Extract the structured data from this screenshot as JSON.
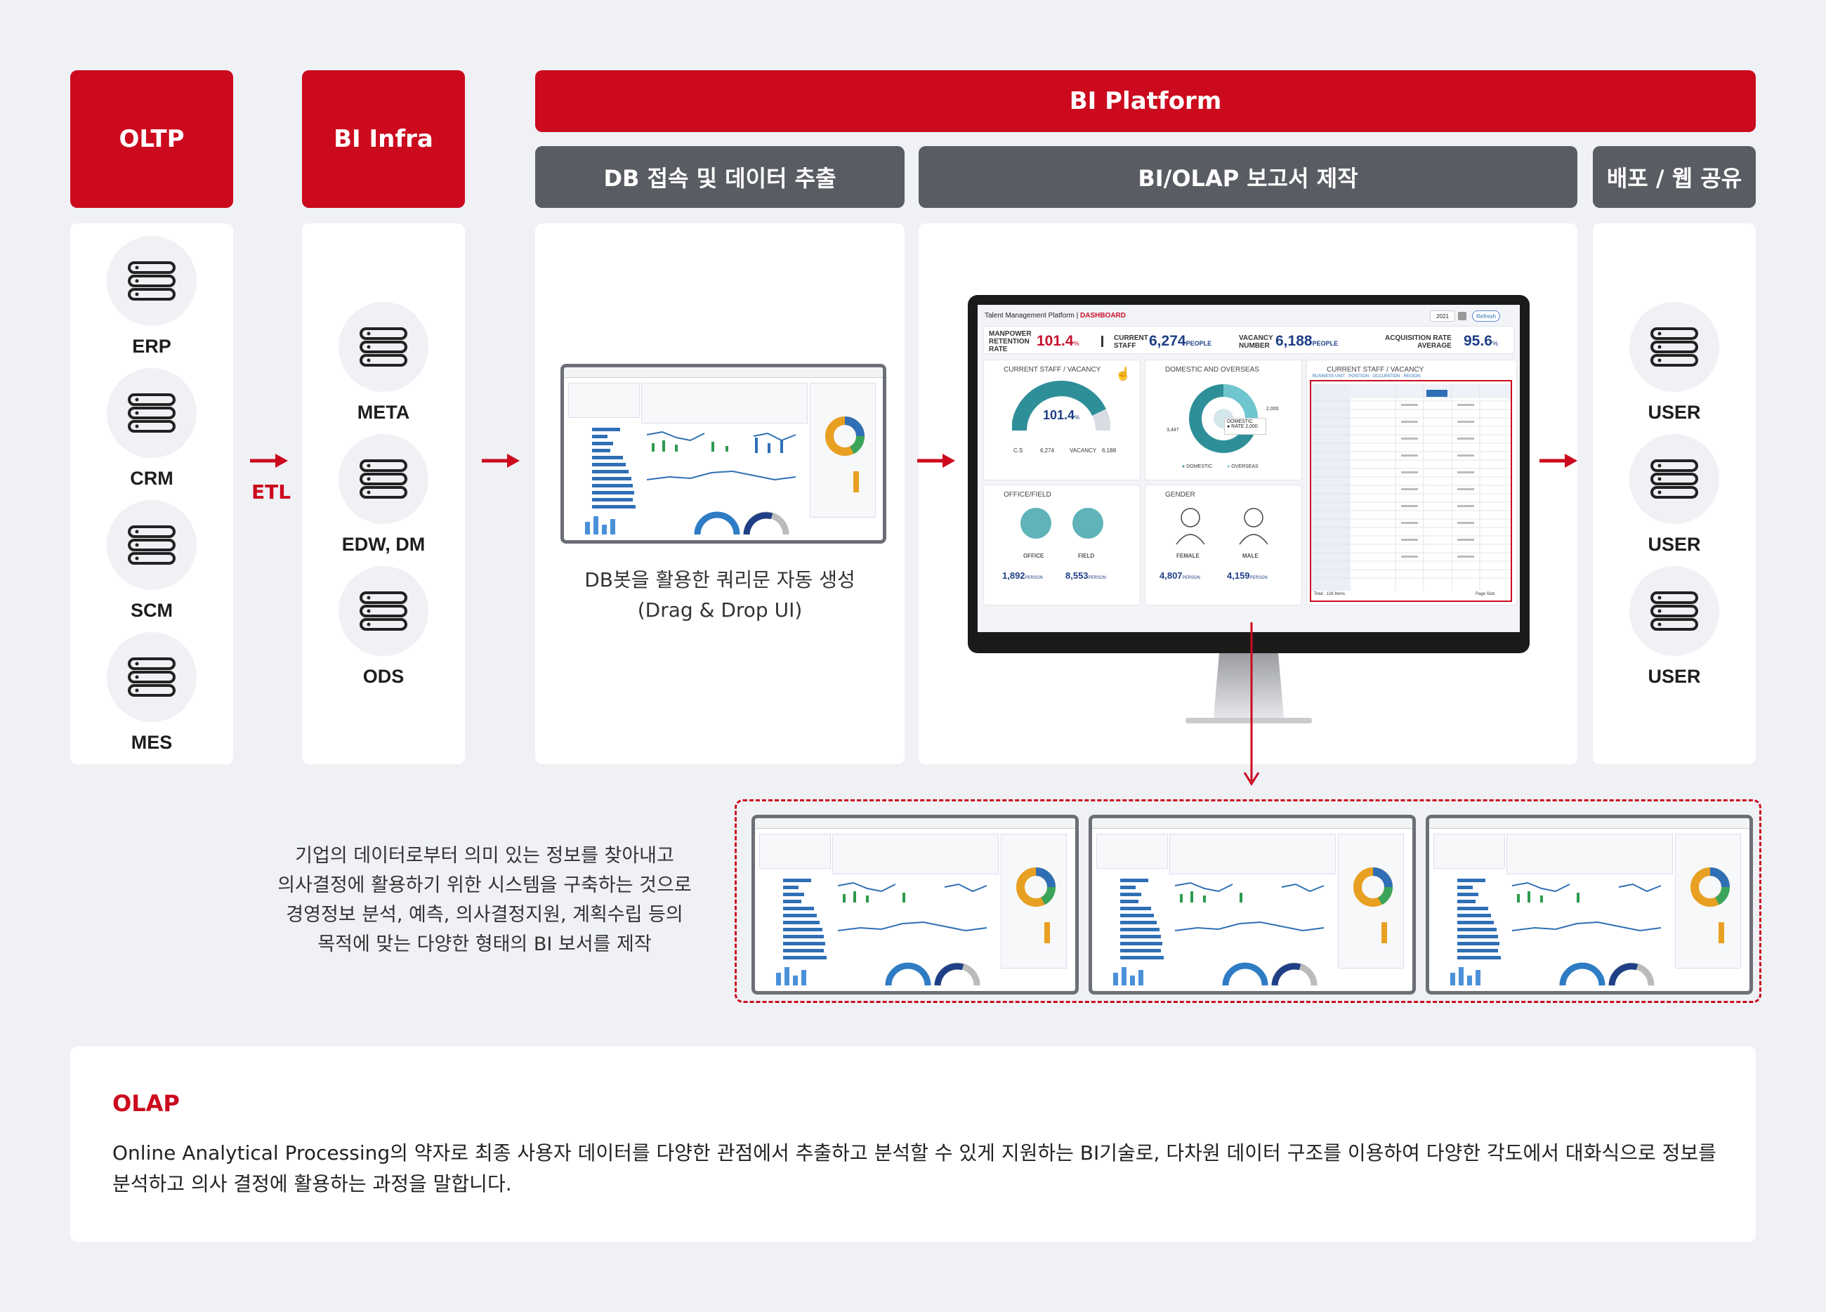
{
  "headers": {
    "oltp": "OLTP",
    "bi_infra": "BI Infra",
    "bi_platform": "BI Platform",
    "db_extract": "DB 접속 및 데이터 추출",
    "bi_olap": "BI/OLAP 보고서 제작",
    "deploy": "배포 / 웹 공유"
  },
  "oltp_items": [
    "ERP",
    "CRM",
    "SCM",
    "MES"
  ],
  "etl_label": "ETL",
  "infra_items": [
    "META",
    "EDW, DM",
    "ODS"
  ],
  "db_caption": [
    "DB봇을 활용한 쿼리문 자동 생성",
    "(Drag & Drop UI)"
  ],
  "users": [
    "USER",
    "USER",
    "USER"
  ],
  "bi_description": [
    "기업의 데이터로부터 의미 있는 정보를 찾아내고",
    "의사결정에 활용하기 위한 시스템을 구축하는 것으로",
    "경영정보 분석, 예측, 의사결정지원, 계획수립 등의",
    "목적에 맞는 다양한 형태의 BI 보서를 제작"
  ],
  "olap": {
    "title": "OLAP",
    "description": "Online Analytical Processing의 약자로 최종 사용자 데이터를 다양한 관점에서 추출하고 분석할 수 있게 지원하는 BI기술로, 다차원 데이터 구조를 이용하여 다양한 각도에서 대화식으로 정보를 분석하고 의사 결정에 활용하는 과정을 말합니다."
  },
  "dashboard": {
    "title_prefix": "Talent Management Platform | ",
    "title_highlight": "DASHBOARD",
    "year": "2021",
    "refresh": "Refresh",
    "kpis": [
      {
        "label1": "MANPOWER",
        "label2": "RETENTION",
        "label3": "RATE",
        "value": "101.4",
        "unit": "%"
      },
      {
        "label1": "CURRENT",
        "label2": "STAFF",
        "value": "6,274",
        "unit": "PEOPLE"
      },
      {
        "label1": "VACANCY",
        "label2": "NUMBER",
        "value": "6,188",
        "unit": "PEOPLE"
      },
      {
        "label1": "ACQUISITION RATE",
        "label2": "AVERAGE",
        "value": "95.6",
        "unit": "%"
      }
    ],
    "card_staff_vacancy": {
      "title": "CURRENT STAFF / VACANCY",
      "gauge_value": "101.4",
      "gauge_unit": "%",
      "cs_label": "C.S",
      "cs_value": "6,274",
      "vac_label": "VACANCY",
      "vac_value": "6,188"
    },
    "card_domestic": {
      "title": "DOMESTIC AND OVERSEAS",
      "left_value": "3,447",
      "right_value": "2,000",
      "tooltip_label": "DOMESTIC",
      "tooltip_rate": "● RATE  2,000",
      "legend_domestic": "DOMESTIC",
      "legend_overseas": "OVERSEAS"
    },
    "card_table": {
      "title": "CURRENT STAFF / VACANCY",
      "filters": [
        "BUSINESS UNIT",
        "POSITION",
        "OCCUPATION",
        "REGION"
      ],
      "footer_left": "Total : 126 Items",
      "footer_right": "Page Size"
    },
    "card_office": {
      "title": "OFFICE/FIELD",
      "office_label": "OFFICE",
      "field_label": "FIELD",
      "office_value": "1,892",
      "field_value": "8,553",
      "unit": "PERSON"
    },
    "card_gender": {
      "title": "GENDER",
      "female_label": "FEMALE",
      "male_label": "MALE",
      "female_value": "4,807",
      "male_value": "4,159",
      "unit": "PERSON"
    }
  },
  "colors": {
    "brand_red": "#cc0a1e",
    "header_gray": "#595c63",
    "background": "#eff1f5",
    "dashboard_blue": "#1f3f86",
    "teal": "#2e8f99"
  }
}
